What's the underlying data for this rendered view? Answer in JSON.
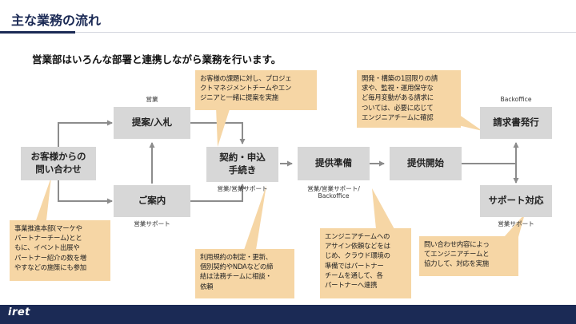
{
  "slide": {
    "title": "主な業務の流れ",
    "subtitle": "営業部はいろんな部署と連携しながら業務を行います。"
  },
  "nodes": {
    "inquiry": "お客様からの\n問い合わせ",
    "proposal": "提案/入札",
    "guide": "ご案内",
    "contract": "契約・申込\n手続き",
    "prep": "提供準備",
    "start": "提供開始",
    "invoice": "請求書発行",
    "support": "サポート対応"
  },
  "labels": {
    "proposal": "営業",
    "guide": "営業サポート",
    "contract": "営業/営業サポート",
    "prep": "営業/営業サポート/\nBackoffice",
    "invoice": "Backoffice",
    "support": "営業サポート"
  },
  "notes": {
    "proposal": "お客様の課題に対し、プロジェ\nクトマネジメントチームやエン\nジニアと一緒に提案を実施",
    "billing": "開発・構築の1回限りの請\n求や、監視・運用保守な\nど毎月変動がある請求に\nついては、必要に応じて\nエンジニアチームに確認",
    "inquiry": "事業推進本部(マーケや\nパートナーチーム)とと\nもに、イベント出展や\nパートナー紹介の数を増\nやすなどの施策にも参加",
    "contract": "利用規約の制定・更新、\n個別契約やNDAなどの締\n結は法務チームに相談・\n依頼",
    "prep": "エンジニアチームへの\nアサイン依頼などをは\nじめ、クラウド環境の\n準備ではパートナー\nチームを通して、各\nパートナーへ連携",
    "support": "問い合わせ内容によっ\nてエンジニアチームと\n協力して、対応を実施"
  },
  "footer": {
    "logo": "iret"
  },
  "colors": {
    "node_fill": "#d7d7d7",
    "note_fill": "#f6d6a5",
    "arrow": "#8c8c8c",
    "brand_navy": "#1b2a55"
  }
}
